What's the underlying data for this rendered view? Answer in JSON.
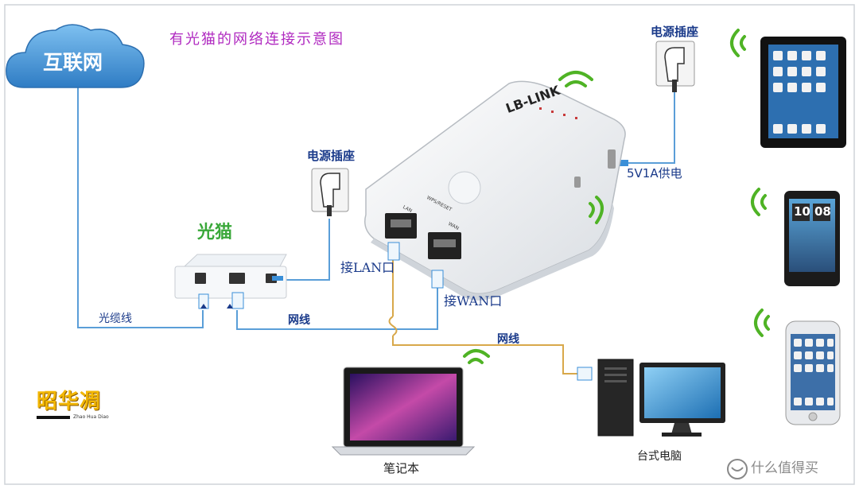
{
  "title": "有光猫的网络连接示意图",
  "cloud_label": "互联网",
  "modem_label": "光猫",
  "router_brand": "LB-LINK",
  "router_ports": {
    "lan": "LAN",
    "wan": "WAN",
    "wps": "WPS/RESET"
  },
  "power_socket_left": "电源插座",
  "power_socket_right": "电源插座",
  "power_spec": "5V1A供电",
  "fiber_label": "光缆线",
  "cable_label_1": "网线",
  "cable_label_2": "网线",
  "lan_port_label": "接LAN口",
  "wan_port_label": "接WAN口",
  "laptop_label": "笔记本",
  "desktop_label": "台式电脑",
  "phone_clock": [
    "10",
    "08"
  ],
  "watermark_left": {
    "name": "昭华凋",
    "sub": "Zhao Hua Diao"
  },
  "watermark_right": "什么值得买",
  "colors": {
    "title": "#b02ac0",
    "modem_label": "#3aa83a",
    "label_blue": "#1a3a8a",
    "fiber_line": "#5a9ed8",
    "cable_line": "#d8a84a",
    "cloud": "#3e8fd6",
    "wifi": "#4fb325"
  }
}
